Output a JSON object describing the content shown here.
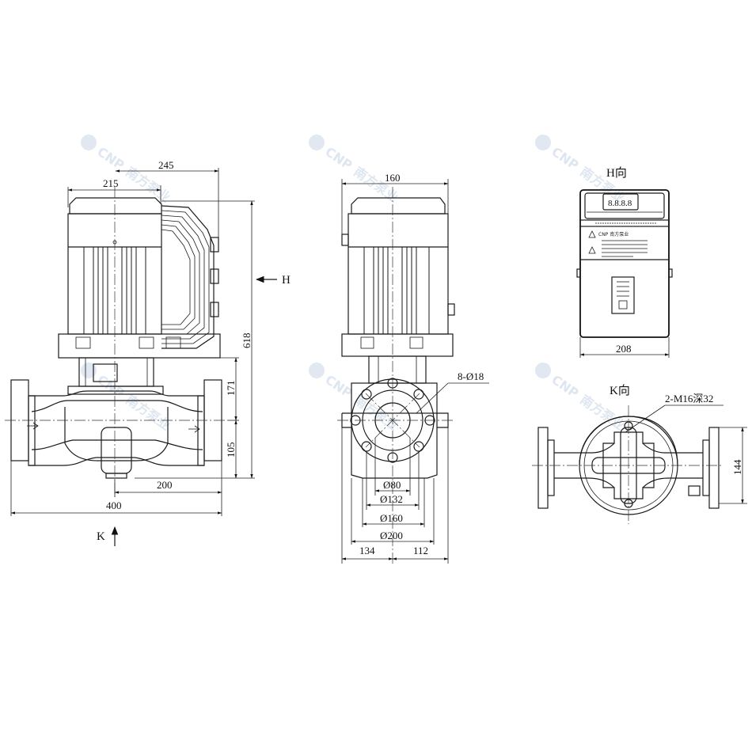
{
  "watermark": {
    "brand": "CNP",
    "name_cn": "南方泵业"
  },
  "side_view": {
    "dims": {
      "d245": "245",
      "d215": "215",
      "d618": "618",
      "d171": "171",
      "d105": "105",
      "d200": "200",
      "d400": "400"
    },
    "arrow_h": "H",
    "arrow_k": "K"
  },
  "front_view": {
    "dims": {
      "d160": "160",
      "bolts": "8-Ø18",
      "phi80": "Ø80",
      "phi132": "Ø132",
      "phi160": "Ø160",
      "phi200": "Ø200",
      "d134": "134",
      "d112": "112"
    }
  },
  "h_view": {
    "title": "H向",
    "dim_208": "208",
    "display_digits": "8.8.8.8",
    "logo_text": "CNP 南方泵业"
  },
  "k_view": {
    "title": "K向",
    "holes": "2-M16深32",
    "dim_144": "144"
  }
}
